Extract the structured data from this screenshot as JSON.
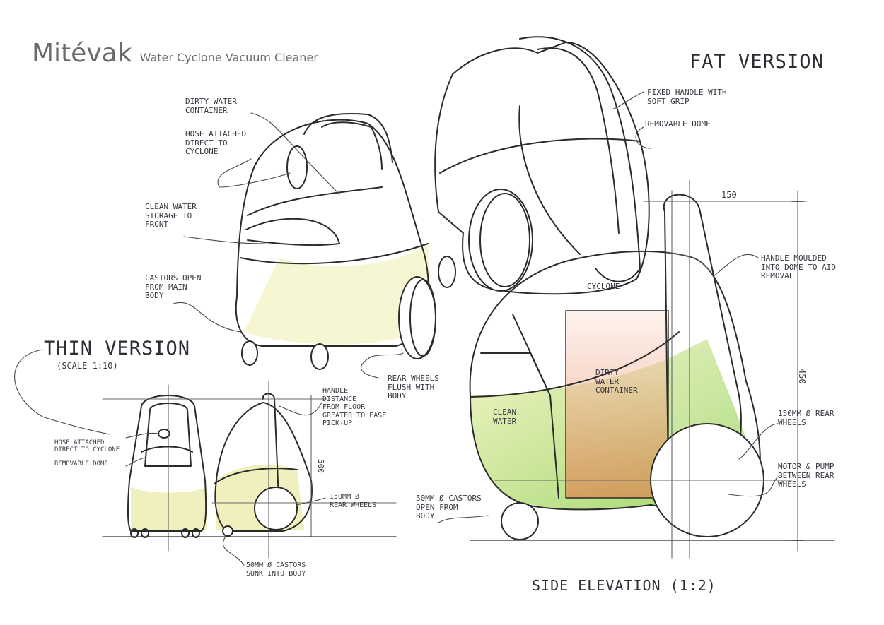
{
  "title": {
    "main": "Mitévak",
    "subtitle": "Water Cyclone Vacuum Cleaner"
  },
  "headings": {
    "fat_version": "FAT VERSION",
    "thin_version": "THIN VERSION",
    "thin_scale": "(SCALE 1:10)",
    "side_elevation": "SIDE ELEVATION (1:2)"
  },
  "annotations": {
    "dirty_water_container": "DIRTY WATER\nCONTAINER",
    "hose_attached": "HOSE ATTACHED\nDIRECT TO\nCYCLONE",
    "clean_water_storage": "CLEAN WATER\nSTORAGE TO\nFRONT",
    "castors_open": "CASTORS OPEN\nFROM MAIN\nBODY",
    "rear_wheels_flush": "REAR WHEELS\nFLUSH WITH\nBODY",
    "fixed_handle": "FIXED HANDLE WITH\nSOFT GRIP",
    "removable_dome": "REMOVABLE DOME",
    "handle_moulded": "HANDLE MOULDED\nINTO DOME TO AID\nREMOVAL",
    "cyclone": "CYCLONE",
    "dirty_water_inner": "DIRTY\nWATER\nCONTAINER",
    "clean_water_inner": "CLEAN\nWATER",
    "rear_wheels_150": "150mm Ø REAR\nWHEELS",
    "motor_pump": "MOTOR & PUMP\nBETWEEN REAR\nWHEELS",
    "castors_50_open": "50mm Ø CASTORS\nOPEN FROM\nBODY",
    "thin_hose": "HOSE ATTACHED\nDIRECT TO CYCLONE",
    "thin_dome": "REMOVABLE DOME",
    "handle_distance": "HANDLE\nDISTANCE\nFROM FLOOR\nGREATER TO EASE\nPICK-UP",
    "thin_rear_wheels": "150mm Ø\nREAR WHEELS",
    "thin_castors": "50mm Ø CASTORS\nSUNK INTO BODY"
  },
  "dimensions": {
    "width_150": "150",
    "height_450": "450",
    "height_500": "500"
  },
  "colors": {
    "ink": "#2b2b2b",
    "pencil": "#4a4550",
    "green": "#8ccf5a",
    "yellow": "#e6eb9a",
    "red": "#d9552e"
  }
}
